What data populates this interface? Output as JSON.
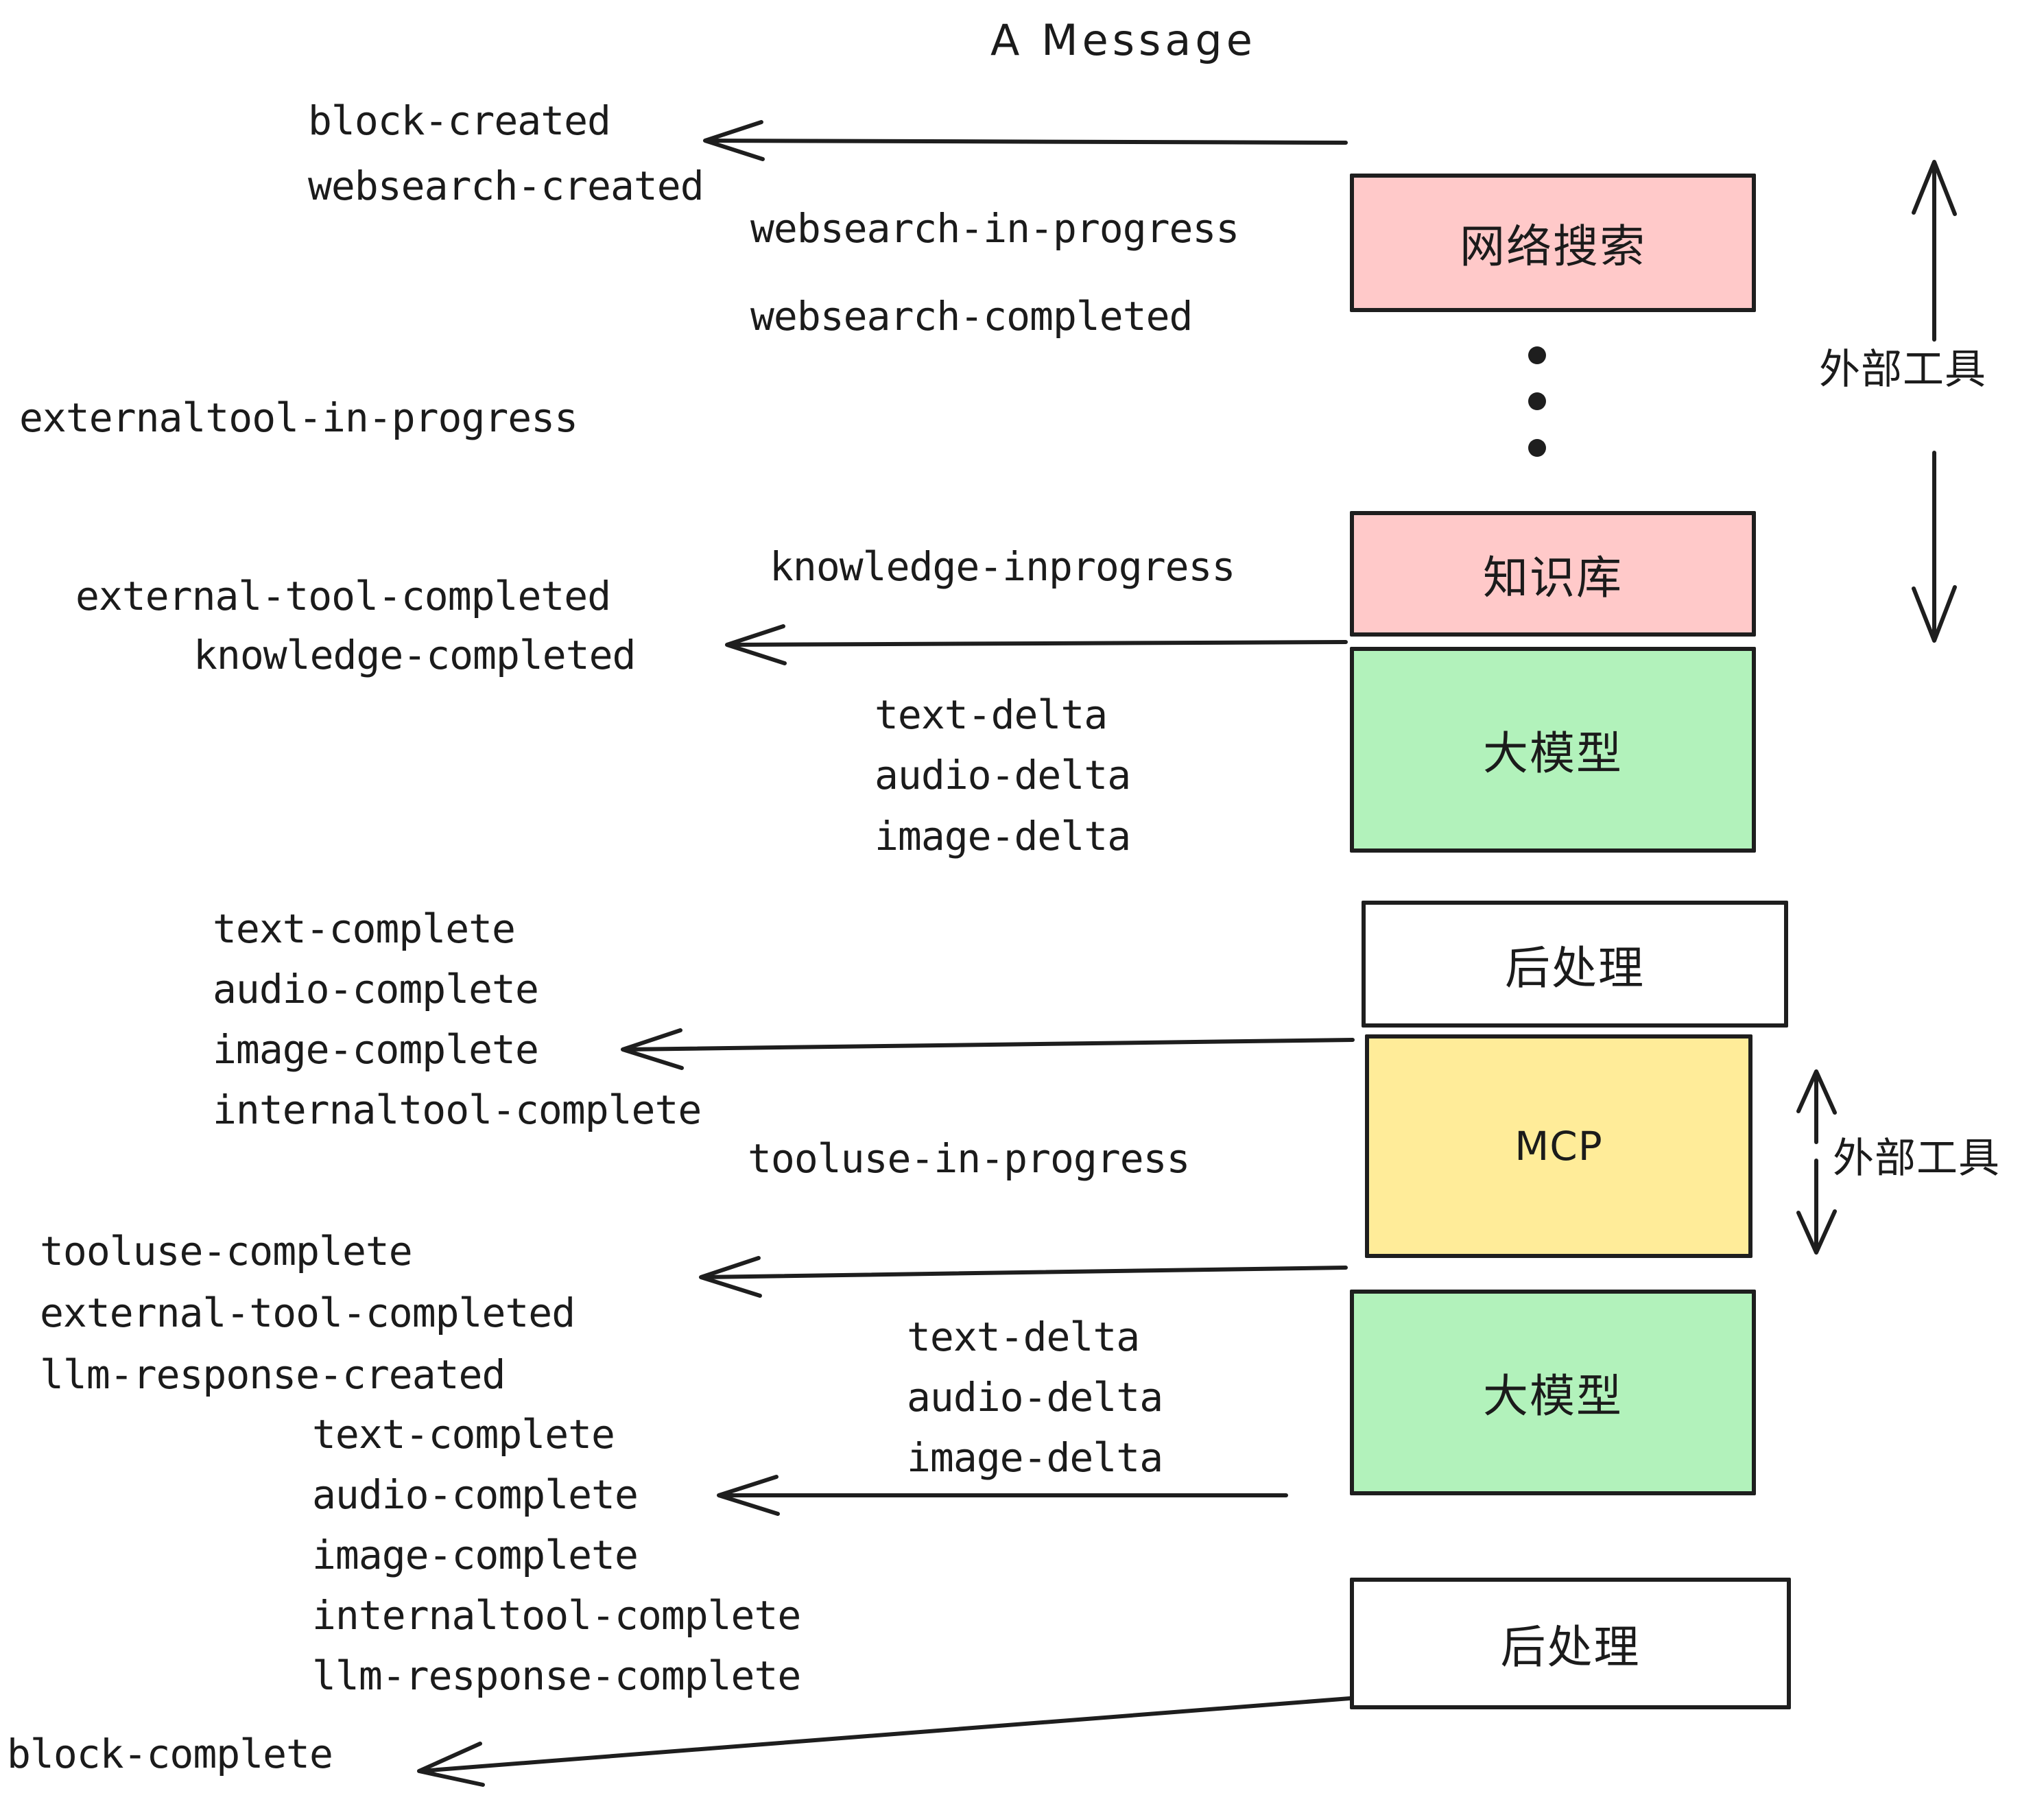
{
  "diagram": {
    "title": "A Message",
    "colors": {
      "pink": "#ffc9c9",
      "green": "#b2f2bb",
      "yellow": "#ffec99",
      "white": "#ffffff",
      "stroke": "#1e1e1e"
    },
    "nodes": [
      {
        "id": "websearch",
        "label": "网络搜索",
        "fill": "#ffc9c9"
      },
      {
        "id": "knowledge",
        "label": "知识库",
        "fill": "#ffc9c9"
      },
      {
        "id": "llm-top",
        "label": "大模型",
        "fill": "#b2f2bb"
      },
      {
        "id": "postprocess-top",
        "label": "后处理",
        "fill": "#ffffff"
      },
      {
        "id": "mcp",
        "label": "MCP",
        "fill": "#ffec99"
      },
      {
        "id": "llm-bottom",
        "label": "大模型",
        "fill": "#b2f2bb"
      },
      {
        "id": "postprocess-bottom",
        "label": "后处理",
        "fill": "#ffffff"
      }
    ],
    "side_labels": [
      {
        "id": "external-tools-top",
        "label": "外部工具"
      },
      {
        "id": "external-tools-bottom",
        "label": "外部工具"
      }
    ],
    "events": [
      "block-created",
      "websearch-created",
      "websearch-in-progress",
      "websearch-completed",
      "externaltool-in-progress",
      "knowledge-inprogress",
      "external-tool-completed",
      "knowledge-completed",
      "text-delta",
      "audio-delta",
      "image-delta",
      "text-complete",
      "audio-complete",
      "image-complete",
      "internaltool-complete",
      "tooluse-in-progress",
      "tooluse-complete",
      "external-tool-completed",
      "llm-response-created",
      "text-complete",
      "audio-complete",
      "image-complete",
      "internaltool-complete",
      "llm-response-complete",
      "block-complete"
    ],
    "ellipsis": "⋮"
  }
}
